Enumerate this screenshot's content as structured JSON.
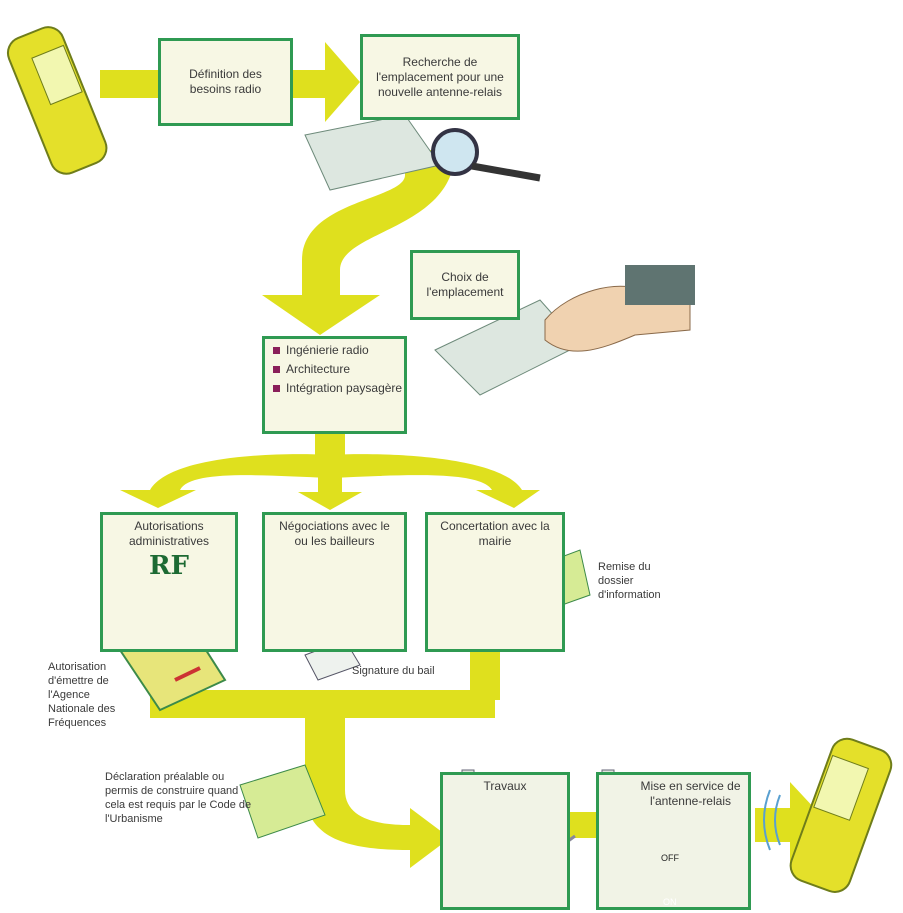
{
  "boxes": {
    "besoins": "Définition des besoins radio",
    "recherche": "Recherche de l'emplacement pour une nouvelle antenne-relais",
    "choix": "Choix de l'emplacement",
    "etude_items": [
      "Ingénierie radio",
      "Architecture",
      "Intégration paysagère"
    ],
    "autorisations": "Autorisations administratives",
    "negociations": "Négociations avec le ou les bailleurs",
    "concertation": "Concertation avec la mairie",
    "travaux": "Travaux",
    "mise_en_service": "Mise en service de l'antenne-relais"
  },
  "notes": {
    "anfr": "Autorisation d'émettre de l'Agence Nationale des Fréquences",
    "bail": "Signature du bail",
    "dossier": "Remise du dossier d'information",
    "permis": "Déclaration préalable ou permis de construire quand cela est requis par le Code de l'Urbanisme"
  },
  "emblem": {
    "text": "RF"
  },
  "switch": {
    "off": "OFF",
    "on": "ON"
  },
  "colors": {
    "flow": "#dfe01e",
    "border": "#2f9a52",
    "box_bg": "#f7f7e4",
    "bullet": "#8a1f5a",
    "phone": "#e4e02a"
  }
}
